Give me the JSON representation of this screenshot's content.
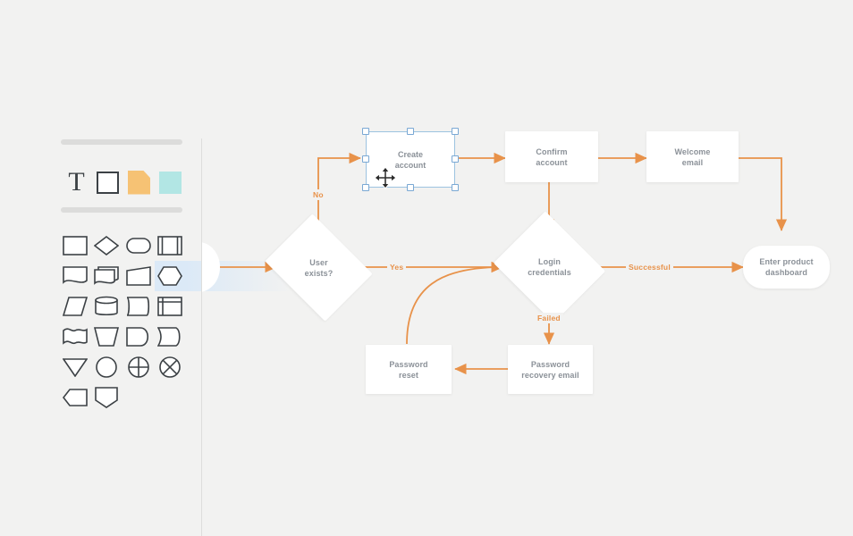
{
  "app": {
    "canvas_background": "#f2f2f1",
    "accent_color": "#e8924a",
    "selection_color": "#7aa8d4",
    "node_text_color": "#8b9198"
  },
  "palette": {
    "top_tools": [
      {
        "name": "text-tool",
        "icon": "text-T-icon",
        "label": "T"
      },
      {
        "name": "rectangle-tool",
        "icon": "square-outline-icon",
        "label": ""
      },
      {
        "name": "note-tool",
        "icon": "note-page-icon",
        "label": "",
        "color": "#f6c274"
      },
      {
        "name": "sticky-note-tool",
        "icon": "sticky-note-icon",
        "label": "",
        "color": "#b2e6e4"
      }
    ],
    "shapes": [
      {
        "name": "shape-rectangle",
        "icon": "rectangle-icon"
      },
      {
        "name": "shape-diamond",
        "icon": "diamond-icon"
      },
      {
        "name": "shape-rounded-rectangle",
        "icon": "stadium-icon"
      },
      {
        "name": "shape-predefined-process",
        "icon": "predefined-process-icon"
      },
      {
        "name": "shape-document",
        "icon": "document-icon"
      },
      {
        "name": "shape-multi-document",
        "icon": "multi-document-icon"
      },
      {
        "name": "shape-trapezoid",
        "icon": "trapezoid-icon"
      },
      {
        "name": "shape-hexagon",
        "icon": "hexagon-icon",
        "highlighted": true
      },
      {
        "name": "shape-parallelogram",
        "icon": "parallelogram-icon"
      },
      {
        "name": "shape-cylinder",
        "icon": "cylinder-icon"
      },
      {
        "name": "shape-stored-data",
        "icon": "stored-data-icon"
      },
      {
        "name": "shape-internal-storage",
        "icon": "internal-storage-icon"
      },
      {
        "name": "shape-wave",
        "icon": "wave-icon"
      },
      {
        "name": "shape-manual-operation",
        "icon": "manual-operation-icon"
      },
      {
        "name": "shape-display",
        "icon": "display-icon"
      },
      {
        "name": "shape-delay",
        "icon": "delay-icon"
      },
      {
        "name": "shape-merge",
        "icon": "merge-triangle-icon"
      },
      {
        "name": "shape-circle",
        "icon": "circle-icon"
      },
      {
        "name": "shape-summing-junction",
        "icon": "circle-cross-vertical-icon"
      },
      {
        "name": "shape-or-junction",
        "icon": "circle-x-icon"
      },
      {
        "name": "shape-preparation",
        "icon": "preparation-icon"
      },
      {
        "name": "shape-extract",
        "icon": "pentagon-down-icon"
      }
    ]
  },
  "diagram": {
    "nodes": [
      {
        "id": "start",
        "label": "",
        "shape": "circle",
        "name": "node-start"
      },
      {
        "id": "user_exists",
        "label": "User\nexists?",
        "shape": "diamond",
        "name": "node-user-exists"
      },
      {
        "id": "create_account",
        "label": "Create\naccount",
        "shape": "rect",
        "name": "node-create-account",
        "selected": true
      },
      {
        "id": "confirm_account",
        "label": "Confirm\naccount",
        "shape": "rect",
        "name": "node-confirm-account"
      },
      {
        "id": "welcome_email",
        "label": "Welcome\nemail",
        "shape": "rect",
        "name": "node-welcome-email"
      },
      {
        "id": "login_credentials",
        "label": "Login\ncredentials",
        "shape": "diamond",
        "name": "node-login-credentials"
      },
      {
        "id": "enter_dashboard",
        "label": "Enter product\ndashboard",
        "shape": "stadium",
        "name": "node-enter-product-dashboard"
      },
      {
        "id": "password_recovery",
        "label": "Password\nrecovery email",
        "shape": "rect",
        "name": "node-password-recovery-email"
      },
      {
        "id": "password_reset",
        "label": "Password\nreset",
        "shape": "rect",
        "name": "node-password-reset"
      }
    ],
    "edge_labels": [
      {
        "id": "no",
        "text": "No",
        "name": "edge-label-no"
      },
      {
        "id": "yes",
        "text": "Yes",
        "name": "edge-label-yes"
      },
      {
        "id": "successful",
        "text": "Successful",
        "name": "edge-label-successful"
      },
      {
        "id": "failed",
        "text": "Failed",
        "name": "edge-label-failed"
      }
    ]
  }
}
